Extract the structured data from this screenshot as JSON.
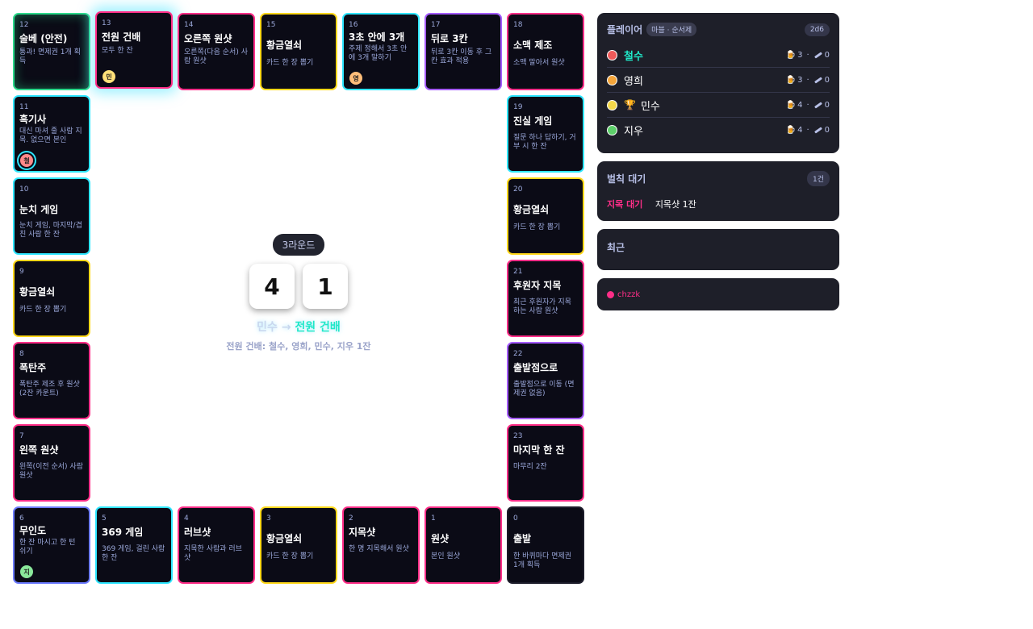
{
  "board": {
    "tiles": [
      {
        "num": "12",
        "title": "술베 (안전)",
        "desc": "통과! 면제권 1개 획득"
      },
      {
        "num": "13",
        "title": "전원 건배",
        "desc": "모두 한 잔",
        "token": "민"
      },
      {
        "num": "14",
        "title": "오른쪽 원샷",
        "desc": "오른쪽(다음 순서) 사람 원샷"
      },
      {
        "num": "15",
        "title": "황금열쇠",
        "desc": "카드 한 장 뽑기"
      },
      {
        "num": "16",
        "title": "3초 안에 3개",
        "desc": "주제 정해서 3초 안에 3개 말하기",
        "token": "영"
      },
      {
        "num": "17",
        "title": "뒤로 3칸",
        "desc": "뒤로 3칸 이동 후 그 칸 효과 적용"
      },
      {
        "num": "18",
        "title": "소맥 제조",
        "desc": "소맥 말아서 원샷"
      },
      {
        "num": "11",
        "title": "흑기사",
        "desc": "대신 마셔 줄 사람 지목. 없으면 본인",
        "token": "철"
      },
      {
        "num": "19",
        "title": "진실 게임",
        "desc": "질문 하나 답하기, 거부 시 한 잔"
      },
      {
        "num": "10",
        "title": "눈치 게임",
        "desc": "눈치 게임, 마지막/겹친 사람 한 잔"
      },
      {
        "num": "20",
        "title": "황금열쇠",
        "desc": "카드 한 장 뽑기"
      },
      {
        "num": "9",
        "title": "황금열쇠",
        "desc": "카드 한 장 뽑기"
      },
      {
        "num": "21",
        "title": "후원자 지목",
        "desc": "최근 후원자가 지목하는 사람 원샷"
      },
      {
        "num": "8",
        "title": "폭탄주",
        "desc": "폭탄주 제조 후 원샷 (2잔 카운트)"
      },
      {
        "num": "22",
        "title": "출발점으로",
        "desc": "출발점으로 이동 (면제권 없음)"
      },
      {
        "num": "7",
        "title": "왼쪽 원샷",
        "desc": "왼쪽(이전 순서) 사람 원샷"
      },
      {
        "num": "23",
        "title": "마지막 한 잔",
        "desc": "마무리 2잔"
      },
      {
        "num": "6",
        "title": "무인도",
        "desc": "한 잔 마시고 한 턴 쉬기",
        "token": "지"
      },
      {
        "num": "5",
        "title": "369 게임",
        "desc": "369 게임, 걸린 사람 한 잔"
      },
      {
        "num": "4",
        "title": "러브샷",
        "desc": "지목한 사람과 러브샷"
      },
      {
        "num": "3",
        "title": "황금열쇠",
        "desc": "카드 한 장 뽑기"
      },
      {
        "num": "2",
        "title": "지목샷",
        "desc": "한 명 지목해서 원샷"
      },
      {
        "num": "1",
        "title": "원샷",
        "desc": "본인 원샷"
      },
      {
        "num": "0",
        "title": "출발",
        "desc": "한 바퀴마다 면제권 1개 획득"
      }
    ],
    "round": "3라운드",
    "dice": [
      "4",
      "1"
    ],
    "move_player": "민수",
    "move_arrow": "→",
    "move_target": "전원 건배",
    "effect": "전원 건배: 철수, 영희, 민수, 지우 1잔"
  },
  "players_panel": {
    "title": "플레이어",
    "mode": "마블 · 순서제",
    "dice_mode": "2d6",
    "players": [
      {
        "name": "철수",
        "color": "#f05a5a",
        "beer": "3",
        "pen": "0",
        "sep": "·"
      },
      {
        "name": "영희",
        "color": "#f5a53a",
        "beer": "3",
        "pen": "0",
        "sep": "·"
      },
      {
        "name": "민수",
        "color": "#f5d84a",
        "beer": "4",
        "pen": "0",
        "sep": "·"
      },
      {
        "name": "지우",
        "color": "#5dcf6a",
        "beer": "4",
        "pen": "0",
        "sep": "·"
      }
    ]
  },
  "penalty_panel": {
    "title": "벌칙 대기",
    "count": "1건",
    "tag": "지목 대기",
    "item": "지목샷 1잔"
  },
  "recent_panel": {
    "title": "최근"
  },
  "channel": {
    "label": "chzzk"
  },
  "colors": {
    "accent_cyan": "#20e8c8",
    "accent_pink": "#ff2e88",
    "panel_bg": "#1e1f29",
    "tile_bg": "#0b0b16"
  }
}
